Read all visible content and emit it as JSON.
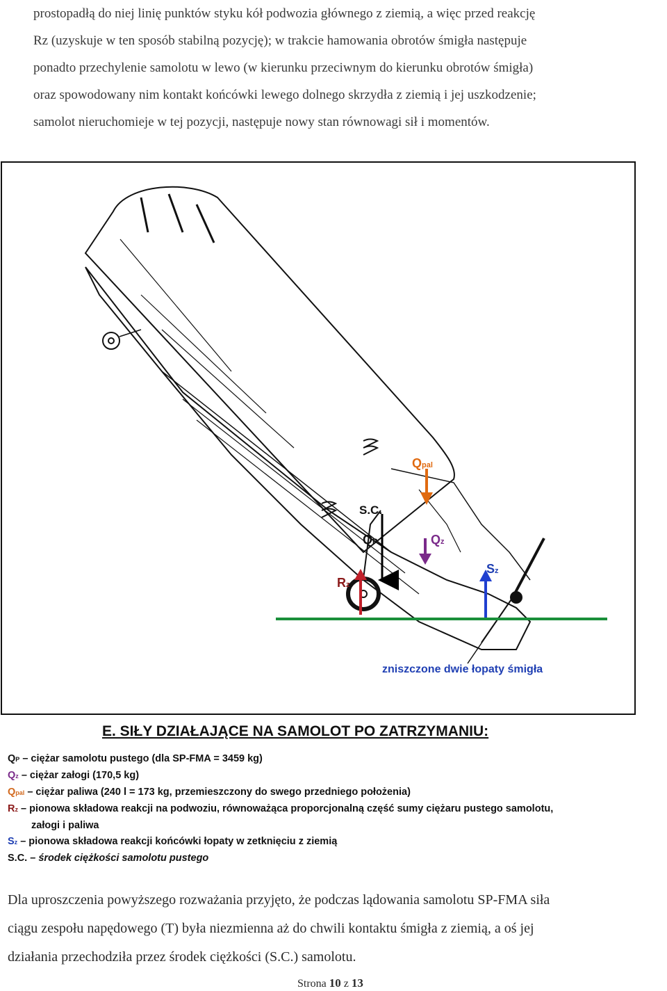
{
  "intro_lines": [
    "prostopadłą do niej linię punktów styku kół podwozia głównego z ziemią, a więc przed reakcję",
    "Rz (uzyskuje w ten sposób stabilną pozycję); w trakcie hamowania obrotów śmigła następuje",
    "ponadto przechylenie samolotu w lewo (w kierunku przeciwnym do kierunku obrotów śmigła)",
    "oraz spowodowany nim kontakt końcówki lewego dolnego skrzydła z ziemią i jej uszkodzenie;",
    "samolot nieruchomieje w tej pozycji, następuje nowy stan równowagi sił i momentów."
  ],
  "figure": {
    "labels": {
      "qpal": "Q",
      "qpal_sub": "pal",
      "sc": "S.C.",
      "qp": "Q",
      "qp_sub": "P",
      "qz": "Q",
      "qz_sub": "z",
      "rz": "R",
      "rz_sub": "z",
      "sz": "S",
      "sz_sub": "z",
      "destroyed": "zniszczone dwie łopaty śmigła"
    },
    "colors": {
      "ground": "#1a8f3a",
      "qp_arrow": "#000000",
      "qz_arrow": "#7a2a8a",
      "qpal_arrow": "#e06a10",
      "rz_arrow": "#c0202a",
      "sz_arrow": "#1f3fd0",
      "destroyed_text": "#1f3fb3"
    }
  },
  "caption": "E. SIŁY DZIAŁAJĄCE NA SAMOLOT PO ZATRZYMANIU:",
  "legend": {
    "qp": {
      "sym": "Q",
      "sub": "P",
      "text": "– ciężar samolotu pustego (dla SP-FMA = 3459 kg)"
    },
    "qz": {
      "sym": "Q",
      "sub": "z",
      "text": "– ciężar załogi (170,5 kg)"
    },
    "qpal": {
      "sym": "Q",
      "sub": "pal",
      "text": "– ciężar paliwa (240 l = 173 kg, przemieszczony do swego przedniego położenia)"
    },
    "rz": {
      "sym": "R",
      "sub": "z",
      "text": "– pionowa składowa reakcji na podwoziu, równoważąca proporcjonalną część sumy ciężaru pustego samolotu,",
      "text2": "załogi i paliwa"
    },
    "sz": {
      "sym": "S",
      "sub": "z",
      "text": "– pionowa składowa reakcji końcówki łopaty w zetknięciu z ziemią"
    },
    "sc": {
      "sym": "S.C.",
      "text": "– środek ciężkości samolotu pustego"
    }
  },
  "closing_lines": [
    "Dla uproszczenia powyższego rozważania przyjęto, że podczas lądowania samolotu SP-FMA siła",
    "ciągu zespołu napędowego (T) była niezmienna aż do chwili kontaktu śmigła z ziemią, a oś jej",
    "działania przechodziła przez środek ciężkości (S.C.) samolotu."
  ],
  "footer": {
    "prefix": "Strona",
    "page": "10",
    "mid": "z",
    "total": "13"
  }
}
